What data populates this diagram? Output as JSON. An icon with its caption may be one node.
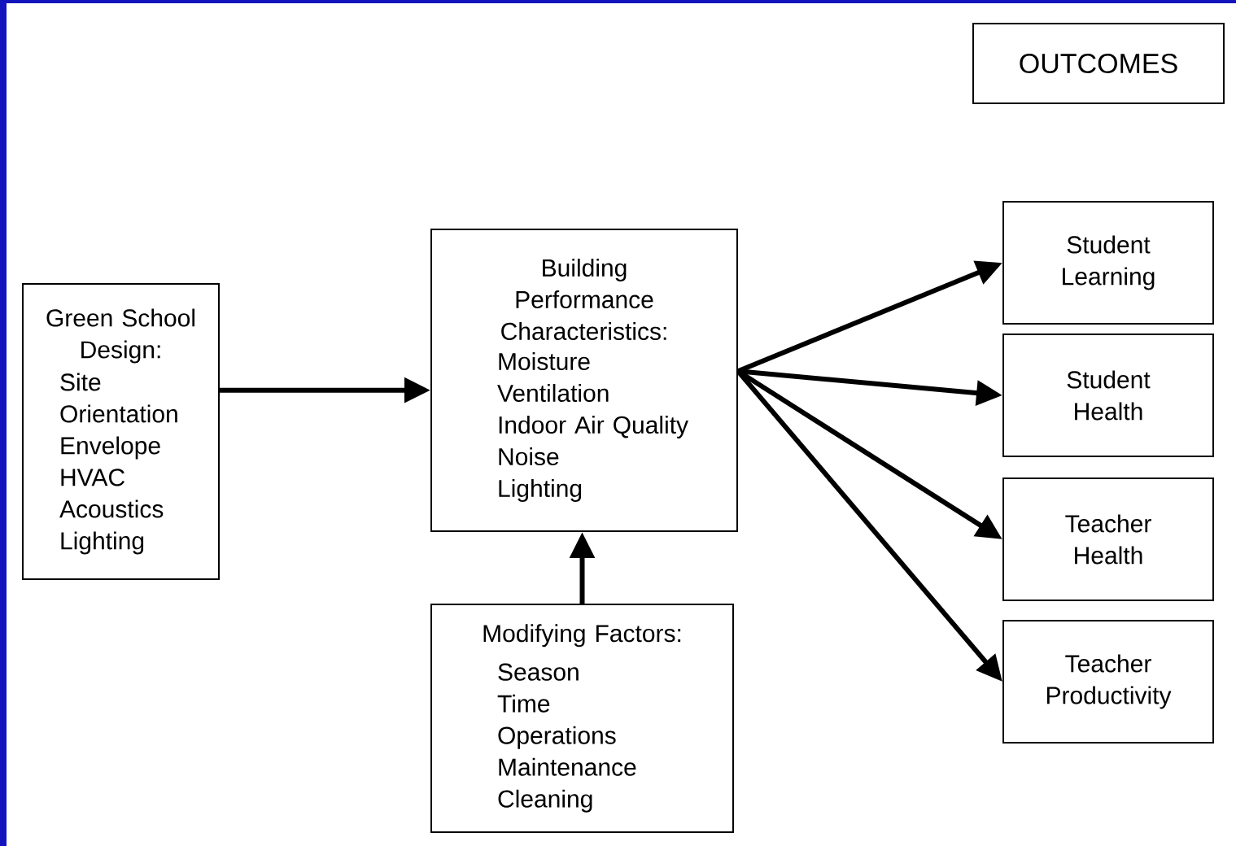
{
  "diagram": {
    "nodes": [
      {
        "text": [
          "OUTCOMES"
        ]
      },
      {
        "text": [
          "Green School Design:",
          "Site",
          "Orientation",
          "Envelope",
          "HVAC",
          "Acoustics",
          "Lighting"
        ]
      },
      {
        "text": [
          "Building Performance Characteristics:",
          "Moisture",
          "Ventilation",
          "Indoor Air Quality",
          "Noise",
          "Lighting"
        ]
      },
      {
        "text": [
          "Modifying Factors:",
          "Season",
          "Time",
          "Operations",
          "Maintenance",
          "Cleaning"
        ]
      },
      {
        "text": [
          "Student Learning"
        ]
      },
      {
        "text": [
          "Student Health"
        ]
      },
      {
        "text": [
          "Teacher Health"
        ]
      },
      {
        "text": [
          "Teacher Productivity"
        ]
      }
    ],
    "edges": [
      {
        "from": 1,
        "to": 2,
        "arrow": "to"
      },
      {
        "from": 3,
        "to": 2,
        "arrow": "to"
      },
      {
        "from": 2,
        "to": 4,
        "arrow": "to"
      },
      {
        "from": 2,
        "to": 5,
        "arrow": "to"
      },
      {
        "from": 2,
        "to": 6,
        "arrow": "to"
      },
      {
        "from": 2,
        "to": 7,
        "arrow": "to"
      }
    ]
  }
}
